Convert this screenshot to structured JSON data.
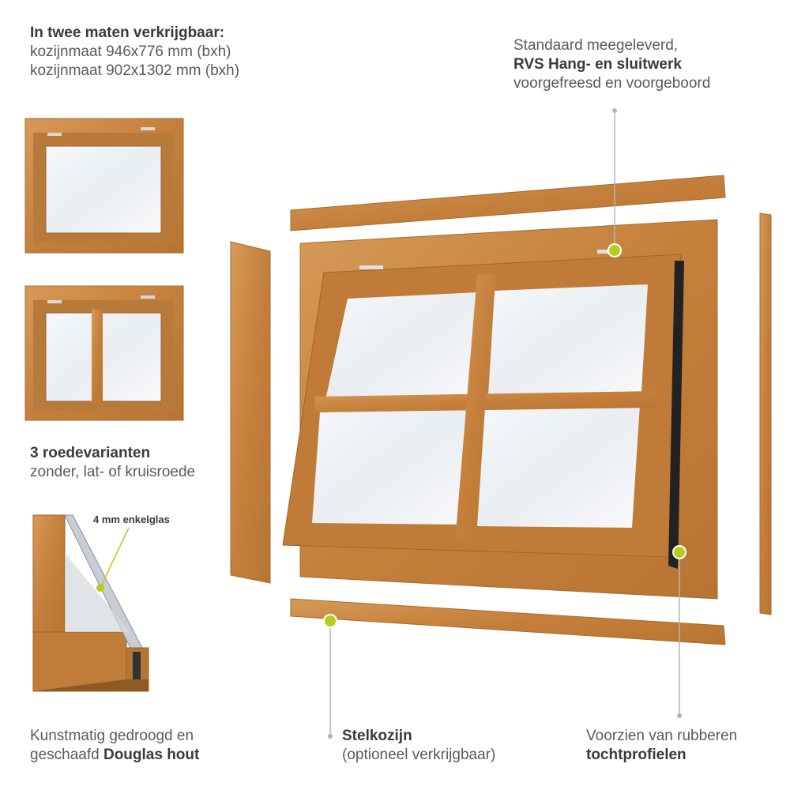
{
  "colors": {
    "wood": "#c9853f",
    "wood_dark": "#a96a2c",
    "wood_light": "#dba060",
    "glass": "#eef1f4",
    "marker": "#b8cc1c",
    "leader": "#b5b5b5"
  },
  "top_left": {
    "heading": "In twee maten verkrijgbaar:",
    "line1": "kozijnmaat 946x776 mm (bxh)",
    "line2": "kozijnmaat 902x1302 mm (bxh)"
  },
  "top_right": {
    "line1": "Standaard meegeleverd,",
    "heading": "RVS Hang- en sluitwerk",
    "line3": "voorgefreesd en voorgeboord"
  },
  "variants": {
    "heading": "3 roedevarianten",
    "line": "zonder, lat- of kruisroede"
  },
  "glass_label": "4 mm enkelglas",
  "bottom_left": {
    "line1": "Kunstmatig gedroogd en",
    "line2_prefix": "geschaafd ",
    "line2_bold": "Douglas hout"
  },
  "bottom_middle": {
    "heading": "Stelkozijn",
    "line": "(optioneel verkrijgbaar)"
  },
  "bottom_right": {
    "line1": "Voorzien van rubberen",
    "heading": "tochtprofielen"
  }
}
